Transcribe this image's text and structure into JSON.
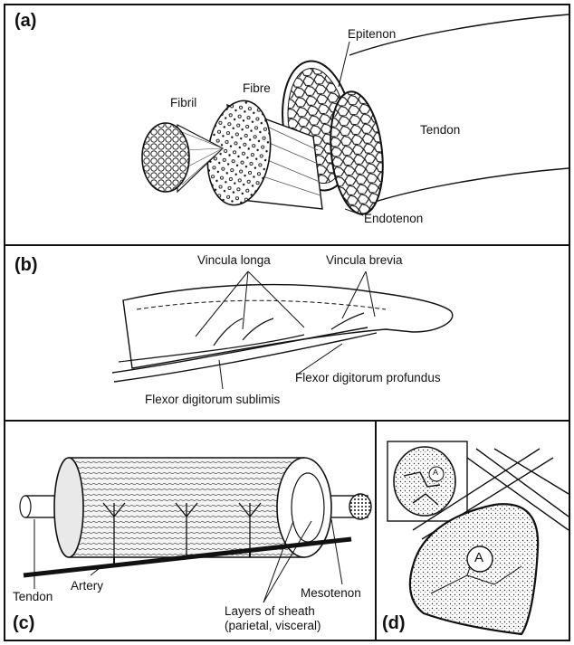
{
  "panels": {
    "a": {
      "label": "(a)",
      "labels": {
        "fibril": "Fibril",
        "fibre": "Fibre",
        "epitenon": "Epitenon",
        "tendon": "Tendon",
        "endotenon": "Endotenon"
      }
    },
    "b": {
      "label": "(b)",
      "labels": {
        "vincula_longa": "Vincula longa",
        "vincula_brevia": "Vincula brevia",
        "fdp": "Flexor digitorum profundus",
        "fds": "Flexor digitorum sublimis"
      }
    },
    "c": {
      "label": "(c)",
      "labels": {
        "tendon": "Tendon",
        "artery": "Artery",
        "mesotenon": "Mesotenon",
        "layers_line1": "Layers of sheath",
        "layers_line2": "(parietal, visceral)"
      }
    },
    "d": {
      "label": "(d)",
      "circle_letter": "A",
      "inset_letter": "A"
    }
  },
  "colors": {
    "ink": "#111111",
    "paper": "#ffffff",
    "shade": "#555555"
  }
}
